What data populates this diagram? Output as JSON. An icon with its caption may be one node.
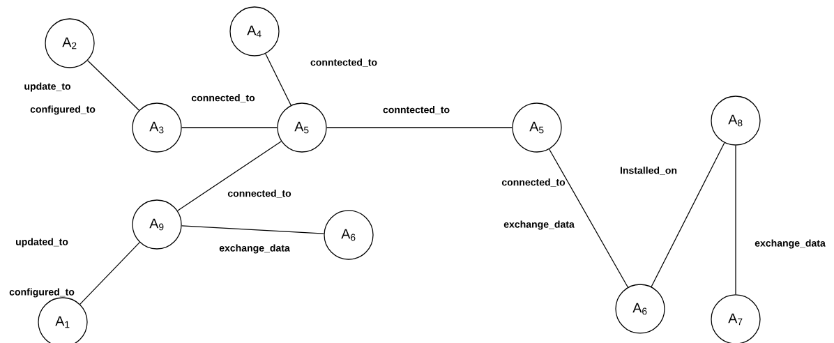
{
  "diagram": {
    "nodes": [
      {
        "text": [
          "A$_{2}$"
        ]
      },
      {
        "text": [
          "A$_{4}$"
        ]
      },
      {
        "text": [
          "A$_{3}$"
        ]
      },
      {
        "text": [
          "A$_{5}$"
        ]
      },
      {
        "text": [
          "A$_{5}$"
        ]
      },
      {
        "text": [
          "A$_{8}$"
        ]
      },
      {
        "text": [
          "A$_{9}$"
        ]
      },
      {
        "text": [
          "A$_{6}$"
        ]
      },
      {
        "text": [
          "A$_{6}$"
        ]
      },
      {
        "text": [
          "A$_{1}$"
        ]
      },
      {
        "text": [
          "A$_{7}$"
        ]
      }
    ],
    "edges": [
      {
        "from": 0,
        "to": 2,
        "arrow": "none"
      },
      {
        "from": 2,
        "to": 3,
        "arrow": "none"
      },
      {
        "from": 1,
        "to": 3,
        "arrow": "none"
      },
      {
        "from": 3,
        "to": 4,
        "arrow": "none"
      },
      {
        "from": 3,
        "to": 6,
        "arrow": "none"
      },
      {
        "from": 6,
        "to": 7,
        "arrow": "none"
      },
      {
        "from": 6,
        "to": 9,
        "arrow": "none"
      },
      {
        "from": 4,
        "to": 8,
        "arrow": "none"
      },
      {
        "from": 8,
        "to": 5,
        "arrow": "none"
      },
      {
        "from": 5,
        "to": 10,
        "arrow": "none"
      }
    ],
    "labels": [
      "conntected_to",
      "update_to",
      "connected_to",
      "configured_to",
      "conntected_to",
      "Installed_on",
      "connected_to",
      "connected_to",
      "exchange_data",
      "updated_to",
      "exchange_data",
      "exchange_data",
      "configured_to"
    ]
  }
}
